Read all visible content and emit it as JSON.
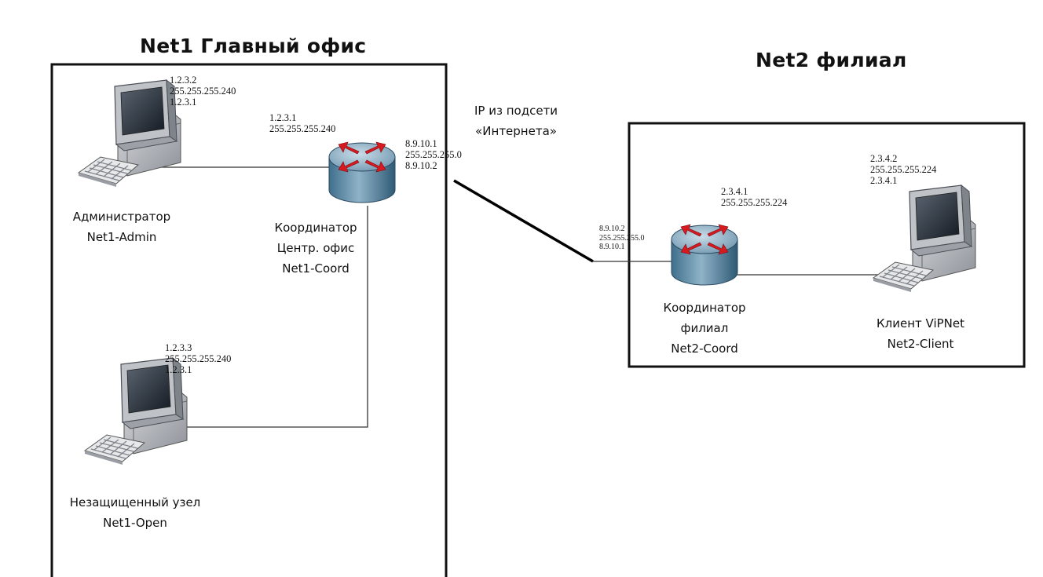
{
  "net1": {
    "title": "Net1 Главный офис",
    "admin": {
      "ip": "1.2.3.2",
      "mask": "255.255.255.240",
      "gateway": "1.2.3.1",
      "role": "Администратор",
      "name": "Net1-Admin"
    },
    "coord": {
      "ip": "1.2.3.1",
      "mask": "255.255.255.240",
      "ext_ip": "8.9.10.1",
      "ext_mask": "255.255.255.0",
      "ext_gateway": "8.9.10.2",
      "role": "Координатор",
      "role2": "Центр. офис",
      "name": "Net1-Coord"
    },
    "open": {
      "ip": "1.2.3.3",
      "mask": "255.255.255.240",
      "gateway": "1.2.3.1",
      "role": "Незащищенный узел",
      "name": "Net1-Open"
    }
  },
  "internet": {
    "line1": "IP из подсети",
    "line2": "«Интернета»"
  },
  "net2": {
    "title": "Net2 филиал",
    "coord": {
      "ext_ip": "8.9.10.2",
      "ext_mask": "255.255.255.0",
      "ext_gateway": "8.9.10.1",
      "ip": "2.3.4.1",
      "mask": "255.255.255.224",
      "role": "Координатор",
      "role2": "филиал",
      "name": "Net2-Coord"
    },
    "client": {
      "ip": "2.3.4.2",
      "mask": "255.255.255.224",
      "gateway": "2.3.4.1",
      "role": "Клиент ViPNet",
      "name": "Net2-Client"
    }
  }
}
